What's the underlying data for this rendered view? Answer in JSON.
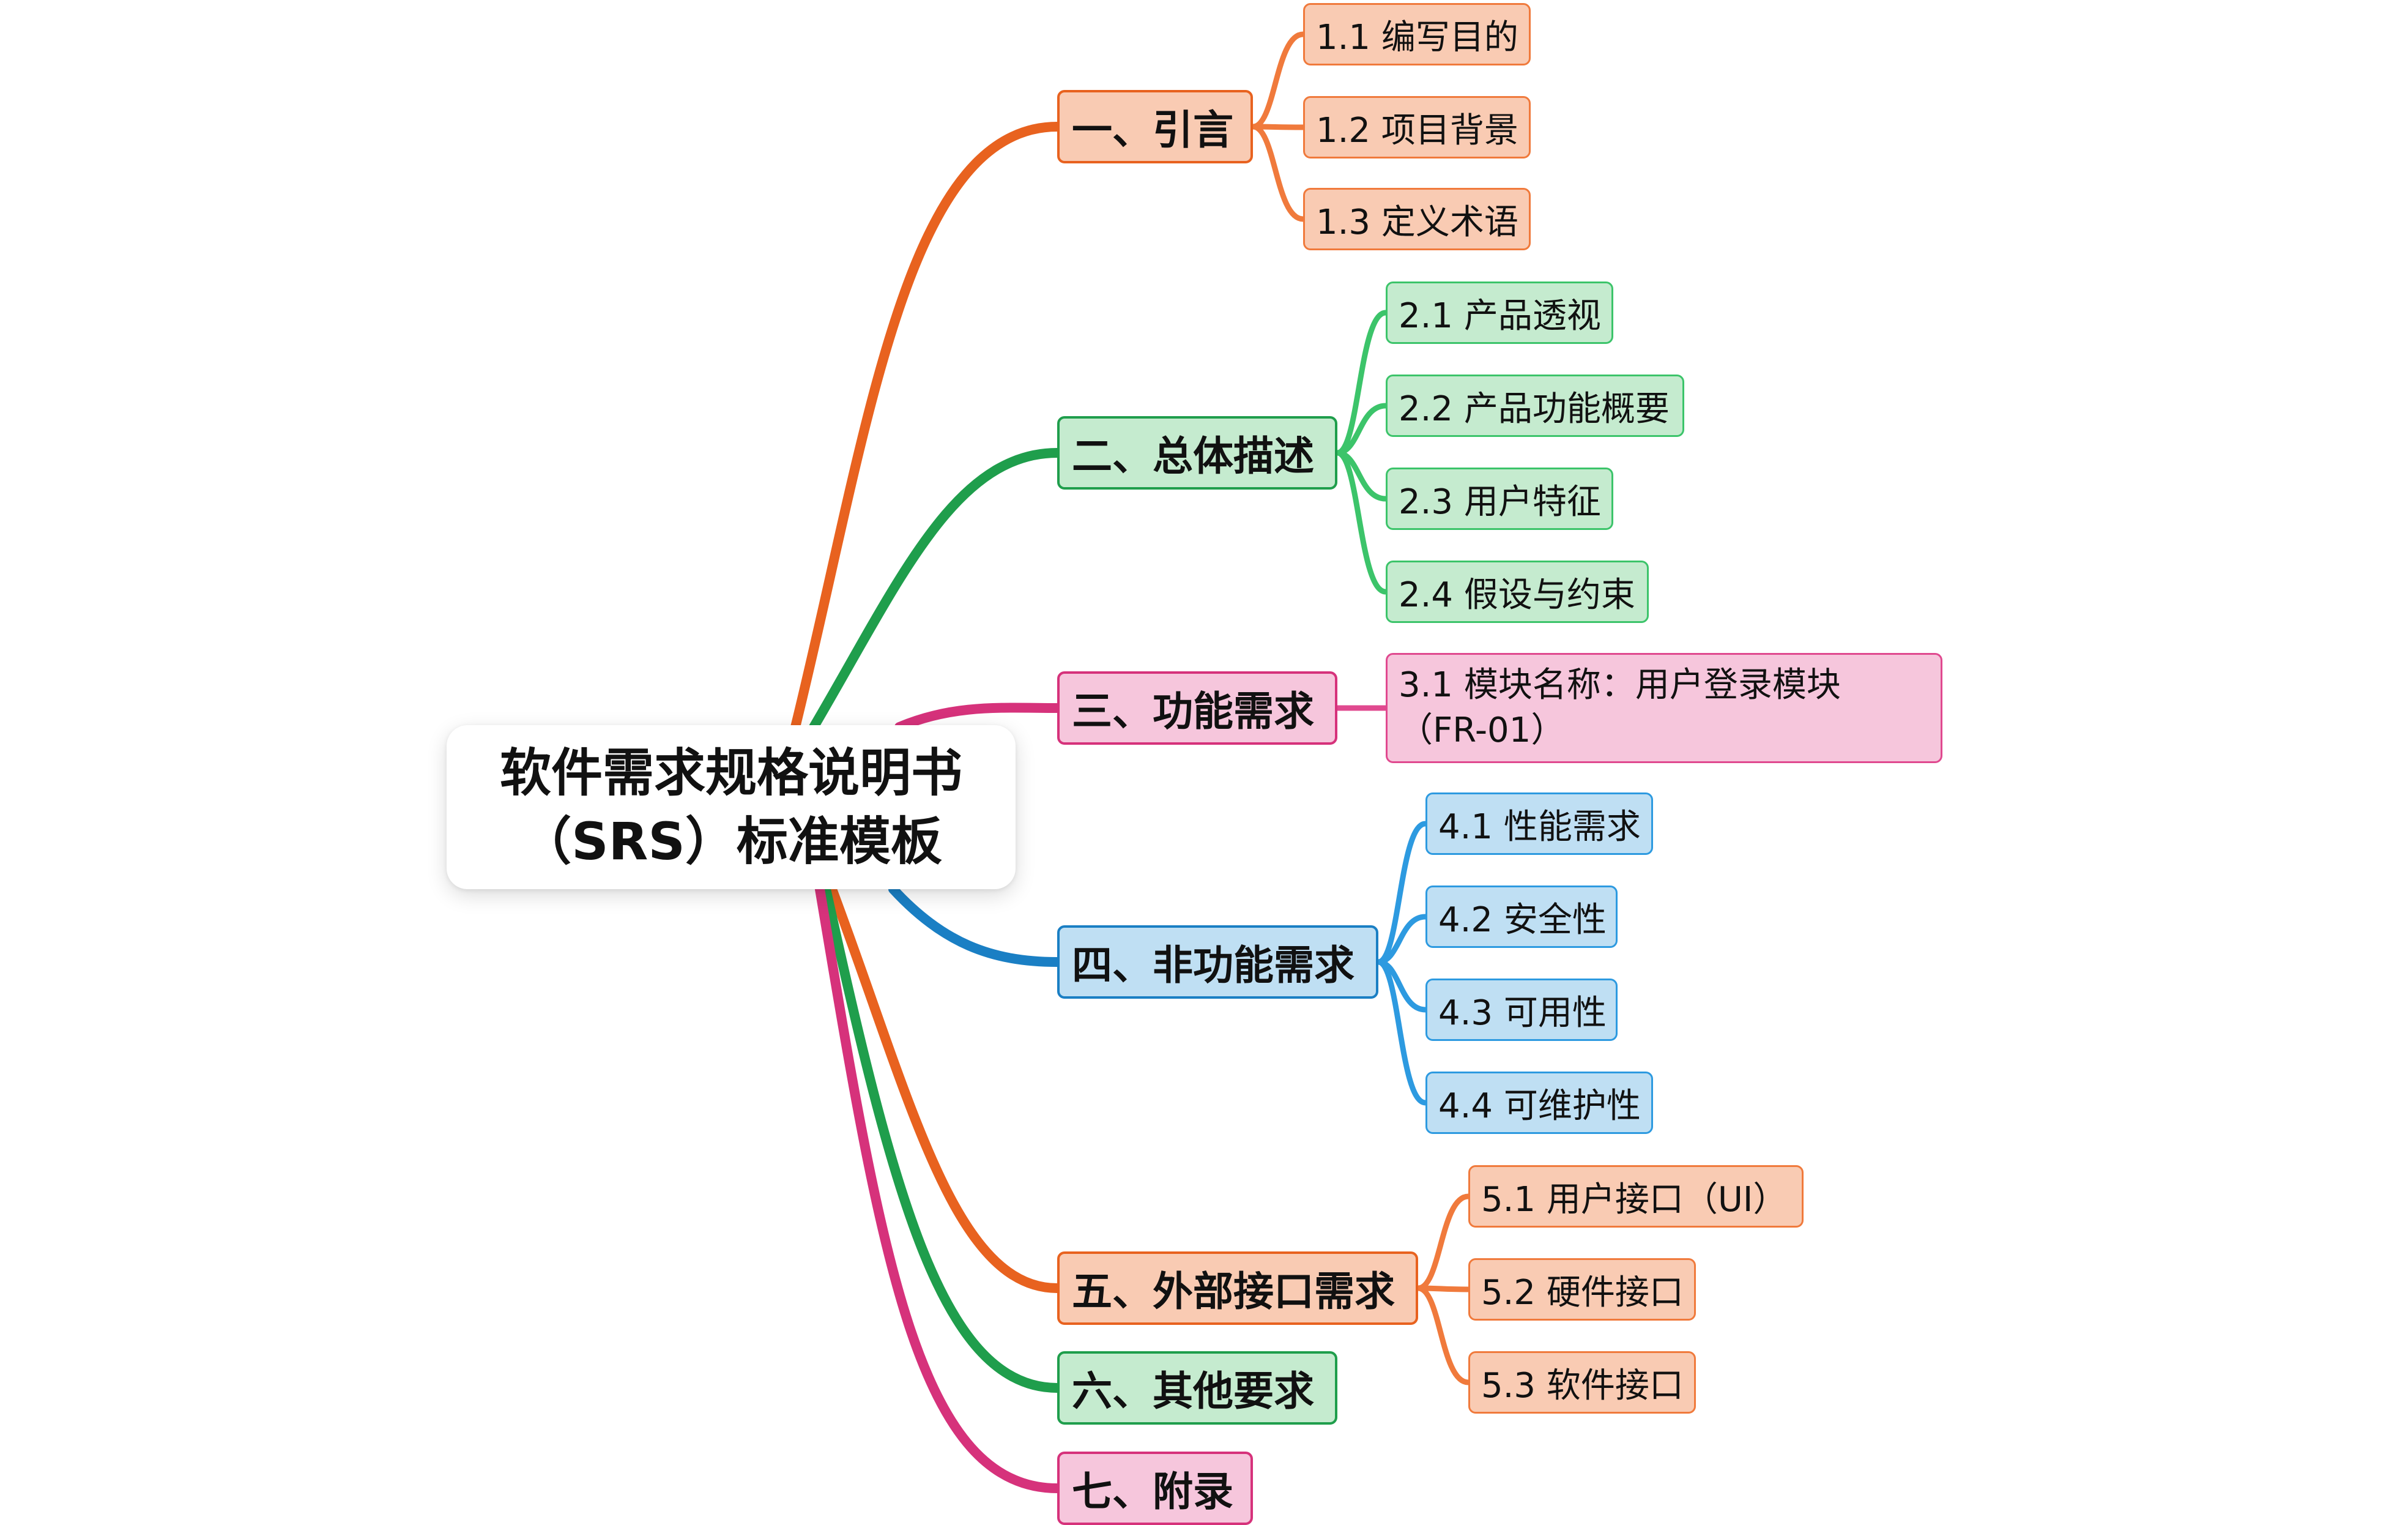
{
  "root": {
    "line1": "软件需求规格说明书",
    "line2": "（SRS）标准模板"
  },
  "colors": {
    "orange": "#e8621f",
    "green": "#1f9e4c",
    "pink": "#d6327b",
    "blue": "#1a7fc4",
    "orange_sub": "#f07a3c",
    "green_sub": "#3cc46a",
    "pink_sub": "#e0498f",
    "blue_sub": "#2d9ae0"
  },
  "branches": [
    {
      "label": "一、引言",
      "color": "#e8621f",
      "children": [
        "1.1 编写目的",
        "1.2 项目背景",
        "1.3 定义术语"
      ]
    },
    {
      "label": "二、总体描述",
      "color": "#1f9e4c",
      "children": [
        "2.1 产品透视",
        "2.2 产品功能概要",
        "2.3 用户特征",
        "2.4 假设与约束"
      ]
    },
    {
      "label": "三、功能需求",
      "color": "#d6327b",
      "children": [
        "3.1 模块名称：用户登录模块",
        "（FR-01）"
      ]
    },
    {
      "label": "四、非功能需求",
      "color": "#1a7fc4",
      "children": [
        "4.1 性能需求",
        "4.2 安全性",
        "4.3 可用性",
        "4.4 可维护性"
      ]
    },
    {
      "label": "五、外部接口需求",
      "color": "#e8621f",
      "children": [
        "5.1 用户接口（UI）",
        "5.2 硬件接口",
        "5.3 软件接口"
      ]
    },
    {
      "label": "六、其他要求",
      "color": "#1f9e4c",
      "children": []
    },
    {
      "label": "七、附录",
      "color": "#d6327b",
      "children": []
    }
  ]
}
